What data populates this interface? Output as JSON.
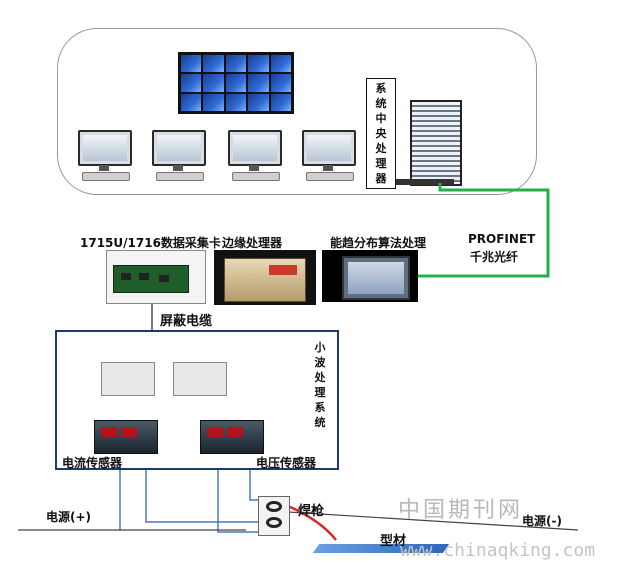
{
  "labels": {
    "cpu": [
      "系",
      "统",
      "中",
      "央",
      "处",
      "理",
      "器"
    ],
    "profinet_line1": "PROFINET",
    "profinet_line2": "千兆光纤",
    "daq_card": "1715U/1716数据采集卡",
    "edge_processor": "边缘处理器",
    "energy_processing": "能趋分布算法处理",
    "shield_cable": "屏蔽电缆",
    "wavelet_system": [
      "小",
      "波",
      "处",
      "理",
      "系",
      "统"
    ],
    "current_sensor": "电流传感器",
    "voltage_sensor": "电压传感器",
    "power_plus": "电源(+)",
    "power_minus": "电源(-)",
    "welding_torch": "焊枪",
    "profile_material": "型材"
  },
  "watermark": {
    "site_cn": "中国期刊网",
    "site_url": "www.chinaqking.com"
  },
  "colors": {
    "fiber_line": "#22b14c",
    "wire_line": "#4a7ab8",
    "frame_border": "#1e3a6b"
  }
}
